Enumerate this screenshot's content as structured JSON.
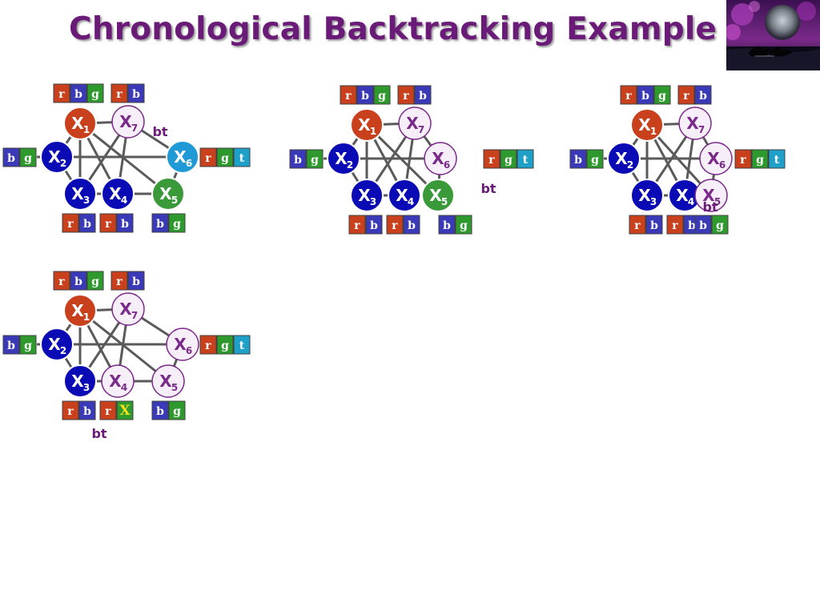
{
  "title": "Chronological Backtracking Example",
  "colors": {
    "title": "#6a1b78",
    "red": "#c8401c",
    "blue": "#0b0bb5",
    "green": "#3a9a3a",
    "teal": "#1f9ad6",
    "white_node": "#f6eef8",
    "node_stroke": "#7a2a88",
    "edge": "#5a5a5a",
    "domain_red": "#c8401c",
    "domain_blue": "#3a3ab8",
    "domain_green": "#2e9a2e",
    "domain_teal": "#1fa0c8",
    "bt_text": "#6a1b78",
    "cross_out": "#f0e020"
  },
  "corner_image": {
    "icon": "night-sea-orca-picture"
  },
  "diagrams": [
    {
      "id": "d1",
      "nodes": {
        "x1": {
          "label": "X",
          "sub": "1",
          "fill": "red"
        },
        "x7": {
          "label": "X",
          "sub": "7",
          "fill": "white"
        },
        "x2": {
          "label": "X",
          "sub": "2",
          "fill": "blue"
        },
        "x6": {
          "label": "X",
          "sub": "6",
          "fill": "teal"
        },
        "x3": {
          "label": "X",
          "sub": "3",
          "fill": "blue"
        },
        "x4": {
          "label": "X",
          "sub": "4",
          "fill": "blue"
        },
        "x5": {
          "label": "X",
          "sub": "5",
          "fill": "green"
        }
      },
      "domains": {
        "x1": [
          "r",
          "b",
          "g"
        ],
        "x7": [
          "r",
          "b"
        ],
        "x2": [
          "b",
          "g"
        ],
        "x6": [
          "r",
          "g",
          "t"
        ],
        "x3": [
          "r",
          "b"
        ],
        "x4": [
          "r",
          "b"
        ],
        "x5": [
          "b",
          "g"
        ]
      },
      "bt_label": "bt"
    },
    {
      "id": "d2",
      "nodes": {
        "x1": {
          "label": "X",
          "sub": "1",
          "fill": "red"
        },
        "x7": {
          "label": "X",
          "sub": "7",
          "fill": "white"
        },
        "x2": {
          "label": "X",
          "sub": "2",
          "fill": "blue"
        },
        "x6": {
          "label": "X",
          "sub": "6",
          "fill": "white"
        },
        "x3": {
          "label": "X",
          "sub": "3",
          "fill": "blue"
        },
        "x4": {
          "label": "X",
          "sub": "4",
          "fill": "blue"
        },
        "x5": {
          "label": "X",
          "sub": "5",
          "fill": "green"
        }
      },
      "domains": {
        "x1": [
          "r",
          "b",
          "g"
        ],
        "x7": [
          "r",
          "b"
        ],
        "x2": [
          "b",
          "g"
        ],
        "x6": [
          "r",
          "g",
          "t"
        ],
        "x3": [
          "r",
          "b"
        ],
        "x4": [
          "r",
          "b"
        ],
        "x5": [
          "b",
          "g"
        ]
      },
      "bt_label": "bt"
    },
    {
      "id": "d3",
      "nodes": {
        "x1": {
          "label": "X",
          "sub": "1",
          "fill": "red"
        },
        "x7": {
          "label": "X",
          "sub": "7",
          "fill": "white"
        },
        "x2": {
          "label": "X",
          "sub": "2",
          "fill": "blue"
        },
        "x6": {
          "label": "X",
          "sub": "6",
          "fill": "white"
        },
        "x3": {
          "label": "X",
          "sub": "3",
          "fill": "blue"
        },
        "x4": {
          "label": "X",
          "sub": "4",
          "fill": "blue"
        },
        "x5": {
          "label": "X",
          "sub": "5",
          "fill": "white"
        }
      },
      "domains": {
        "x1": [
          "r",
          "b",
          "g"
        ],
        "x7": [
          "r",
          "b"
        ],
        "x2": [
          "b",
          "g"
        ],
        "x6": [
          "r",
          "g",
          "t"
        ],
        "x3": [
          "r",
          "b"
        ],
        "x4": [
          "r",
          "b"
        ],
        "x5": [
          "b",
          "g"
        ]
      },
      "bt_label": "bt"
    },
    {
      "id": "d4",
      "nodes": {
        "x1": {
          "label": "X",
          "sub": "1",
          "fill": "red"
        },
        "x7": {
          "label": "X",
          "sub": "7",
          "fill": "white"
        },
        "x2": {
          "label": "X",
          "sub": "2",
          "fill": "blue"
        },
        "x6": {
          "label": "X",
          "sub": "6",
          "fill": "white"
        },
        "x3": {
          "label": "X",
          "sub": "3",
          "fill": "blue"
        },
        "x4": {
          "label": "X",
          "sub": "4",
          "fill": "white"
        },
        "x5": {
          "label": "X",
          "sub": "5",
          "fill": "white"
        }
      },
      "domains": {
        "x1": [
          "r",
          "b",
          "g"
        ],
        "x7": [
          "r",
          "b"
        ],
        "x2": [
          "b",
          "g"
        ],
        "x6": [
          "r",
          "g",
          "t"
        ],
        "x3": [
          "r",
          "b"
        ],
        "x4": [
          "r",
          "X"
        ],
        "x5": [
          "b",
          "g"
        ]
      },
      "bt_label": "bt",
      "crossed_out": {
        "node": "x4",
        "index": 1
      }
    }
  ]
}
